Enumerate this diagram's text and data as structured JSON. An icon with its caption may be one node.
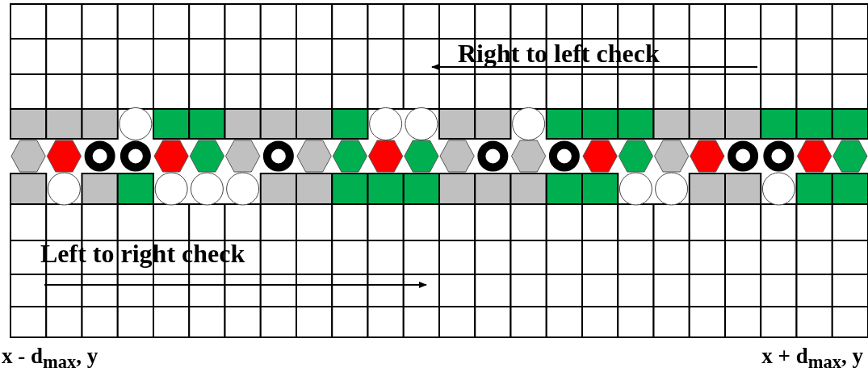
{
  "diagram": {
    "labels": [
      "Right to left check",
      "Left to right check",
      "x - **d**$_{max}$, y",
      "x + **d**$_{max}$, y"
    ]
  }
}
